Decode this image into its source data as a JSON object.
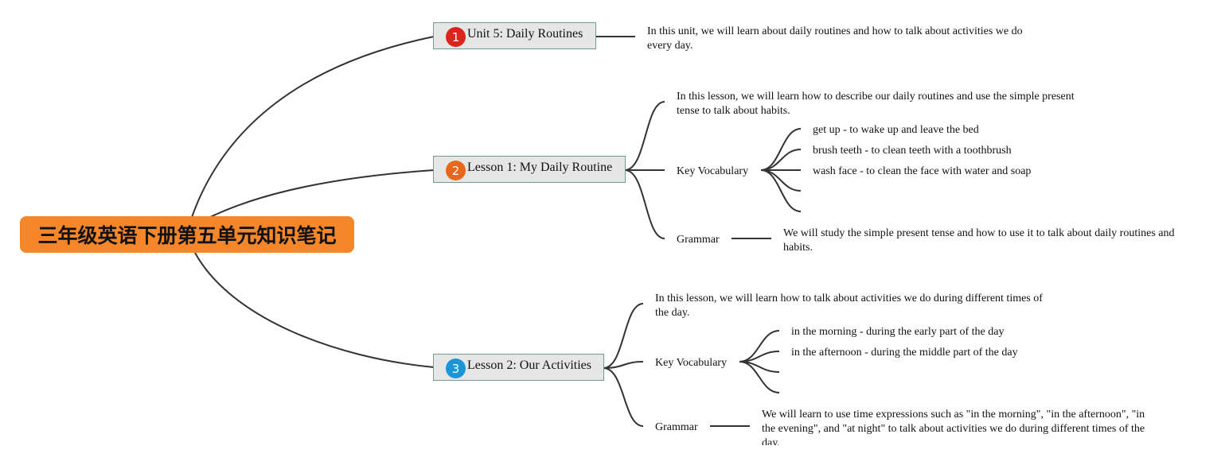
{
  "root": {
    "title": "三年级英语下册第五单元知识笔记",
    "color": "#f5862a"
  },
  "branches": [
    {
      "badge": "1",
      "badge_color": "#d9261c",
      "label": "Unit 5: Daily Routines",
      "intro": "In this unit, we will learn about daily routines and how to talk about activities we do every day."
    },
    {
      "badge": "2",
      "badge_color": "#e8671c",
      "label": "Lesson 1: My Daily Routine",
      "intro": "In this lesson, we will learn how to describe our daily routines and use the simple present tense to talk about habits.",
      "vocab_label": "Key Vocabulary",
      "vocab": [
        "get up - to wake up and leave the bed",
        "brush teeth - to clean teeth with a toothbrush",
        "wash face - to clean the face with water and soap"
      ],
      "grammar_label": "Grammar",
      "grammar": "We will study the simple present tense and how to use it to talk about daily routines and habits."
    },
    {
      "badge": "3",
      "badge_color": "#1a96d8",
      "label": "Lesson 2: Our Activities",
      "intro": "In this lesson, we will learn how to talk about activities we do during different times of the day.",
      "vocab_label": "Key Vocabulary",
      "vocab": [
        "in the morning - during the early part of the day",
        "in the afternoon - during the middle part of the day"
      ],
      "grammar_label": "Grammar",
      "grammar": "We will learn to use time expressions such as \"in the morning\", \"in the afternoon\", \"in the evening\", and \"at night\" to talk about activities we do during different times of the day."
    }
  ]
}
